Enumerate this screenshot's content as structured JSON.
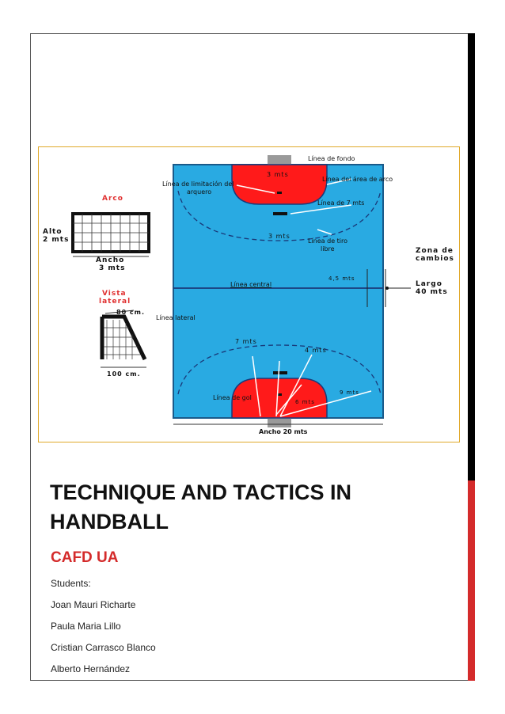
{
  "figure": {
    "goal_title": "Arco",
    "goal_height_label_1": "Alto",
    "goal_height_label_2": "2 mts",
    "goal_width_label_1": "Ancho",
    "goal_width_label_2": "3 mts",
    "side_view_label_1": "Vista",
    "side_view_label_2": "lateral",
    "side_view_depth": "80 cm.",
    "side_view_base": "100 cm.",
    "top_area_dim": "3 mts",
    "label_end_line": "Línea de fondo",
    "label_goalkeeper_limit_1": "Línea de limitación del",
    "label_goalkeeper_limit_2": "arquero",
    "label_goal_area_line": "Línea del área de arco",
    "label_7m": "Línea de 7 mts",
    "dim_3mts_lower": "3 mts",
    "label_free_throw_1": "Línea de tiro",
    "label_free_throw_2": "libre",
    "label_sub_zone_1": "Zona de",
    "label_sub_zone_2": "cambios",
    "dim_4_5": "4,5 mts",
    "label_length_1": "Largo",
    "label_length_2": "40 mts",
    "label_center_line": "Línea central",
    "label_side_line": "Línea lateral",
    "dim_7mts": "7 mts",
    "dim_4mts": "4 mts",
    "dim_9mts": "9 mts",
    "dim_6mts": "6 mts",
    "label_goal_line": "Línea de gol",
    "label_width": "Ancho 20 mts",
    "colors": {
      "court": "#29aae2",
      "area": "#ff1a1a",
      "label_red": "#e03030"
    }
  },
  "title": "TECHNIQUE AND TACTICS IN HANDBALL",
  "subtitle": "CAFD UA",
  "students_label": "Students:",
  "students": [
    "Joan Mauri Richarte",
    "Paula Maria Lillo",
    "Cristian Carrasco Blanco",
    "Alberto Hernández"
  ]
}
